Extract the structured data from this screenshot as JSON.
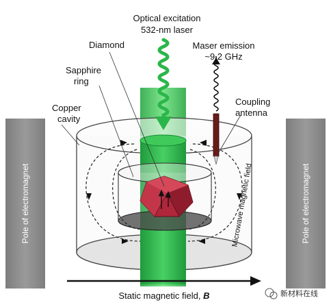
{
  "labels": {
    "optical_line1": "Optical excitation",
    "optical_line2": "532-nm laser",
    "diamond": "Diamond",
    "maser_line1": "Maser emission",
    "maser_line2": "~9.2 GHz",
    "sapphire_line1": "Sapphire",
    "sapphire_line2": "ring",
    "copper_line1": "Copper",
    "copper_line2": "cavity",
    "coupling_line1": "Coupling",
    "coupling_line2": "antenna",
    "pole_left": "Pole of electromagnet",
    "pole_right": "Pole of electromagnet",
    "microwave_field": "Microwave magnetic field",
    "static_field_prefix": "Static magnetic field, ",
    "static_field_symbol": "B",
    "watermark": "新材料在线"
  },
  "colors": {
    "laser_green": "#2fbf4f",
    "diamond_red": "#b0263a",
    "pole_gray": "#8a8a8a",
    "antenna_red": "#6b1a1a"
  }
}
